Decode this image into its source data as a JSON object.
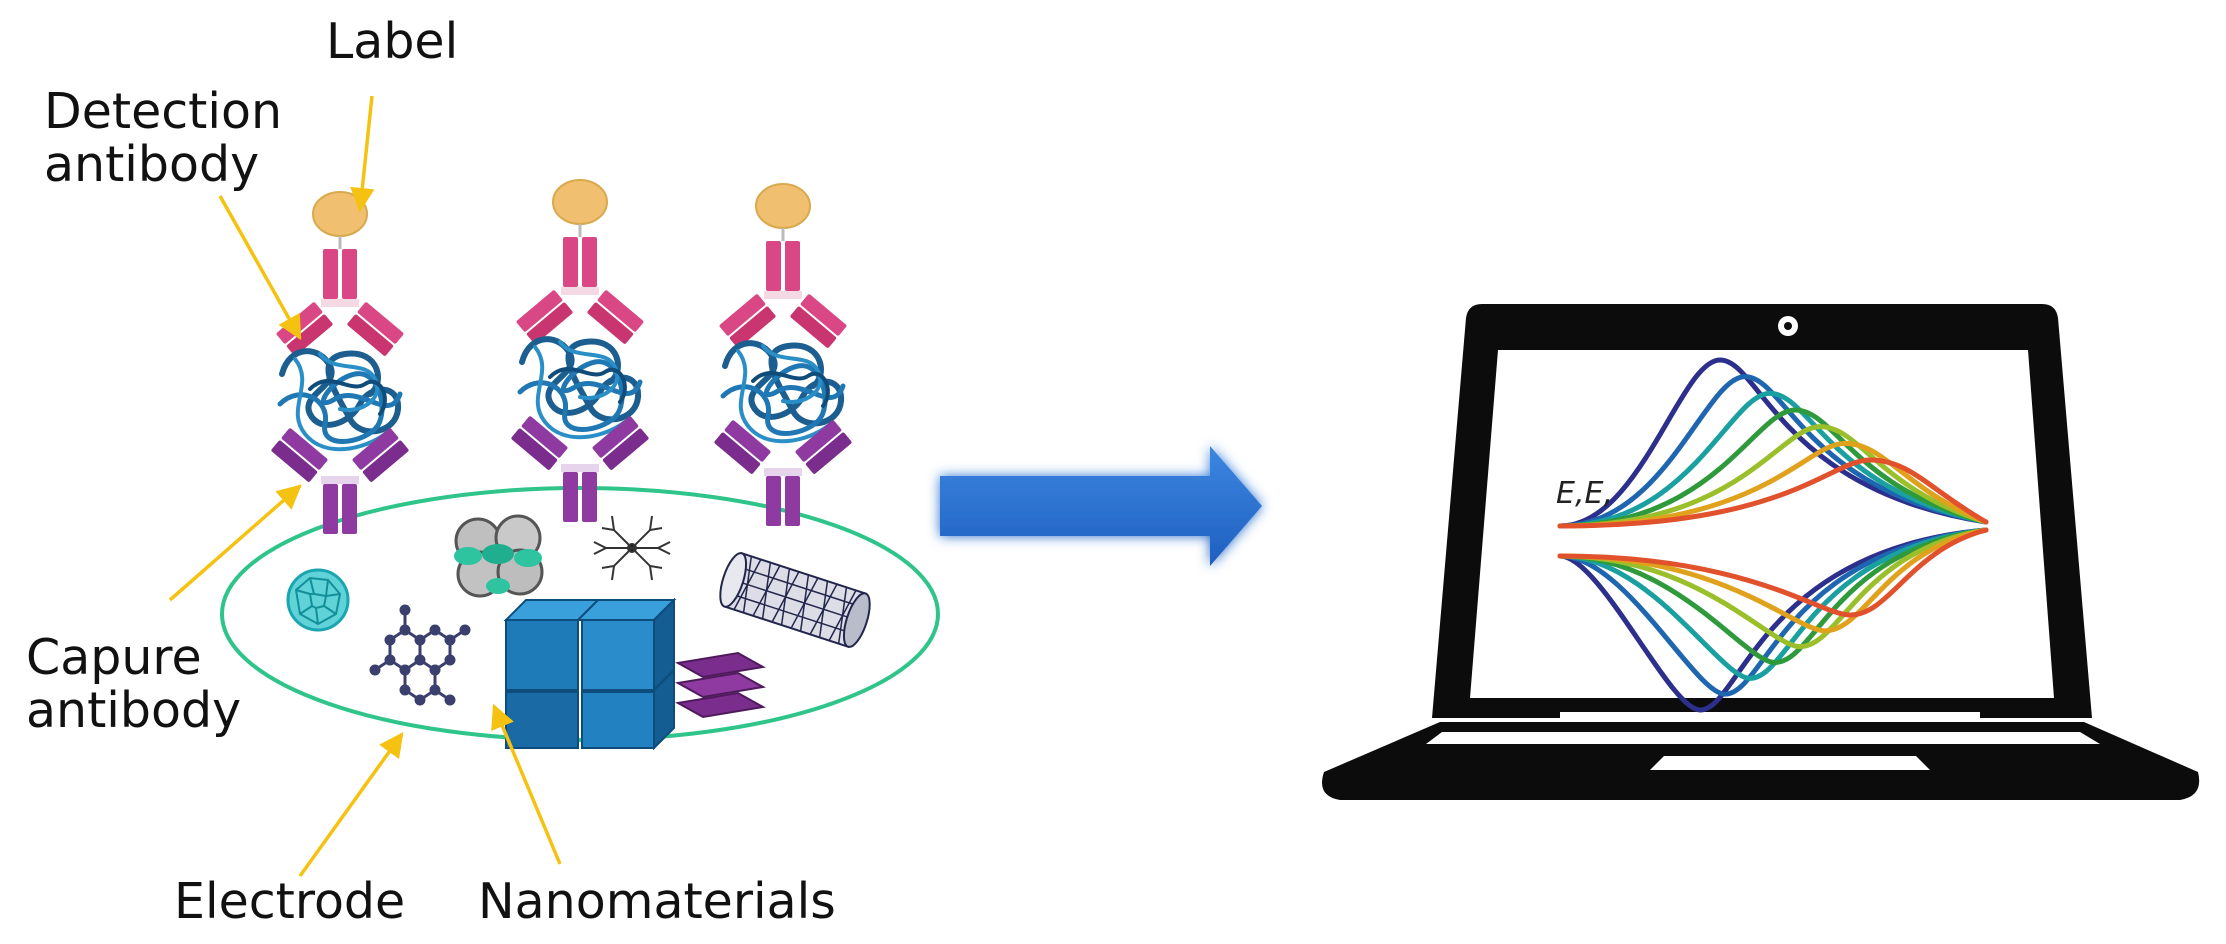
{
  "labels": {
    "label": "Label",
    "detection_antibody": "Detection\nantibody",
    "capture_antibody": "Capure\nantibody",
    "electrode": "Electrode",
    "nanomaterials": "Nanomaterials",
    "cv_axis": "E,E,"
  },
  "colors": {
    "pointer_arrow": "#f5c211",
    "flow_arrow": "#2b72d4",
    "label_blob": "#f0c070",
    "detection_antibody": "#d94784",
    "capture_antibody": "#8e3aa0",
    "antigen": "#1b5e8f",
    "electrode_ring": "#2ec48a",
    "laptop": "#0c0c0c"
  },
  "cv_curve_colors": [
    "#2d2f8c",
    "#1e66b0",
    "#1aa0a0",
    "#2f9a3c",
    "#9bbf2a",
    "#e0a21c",
    "#e0512c"
  ]
}
